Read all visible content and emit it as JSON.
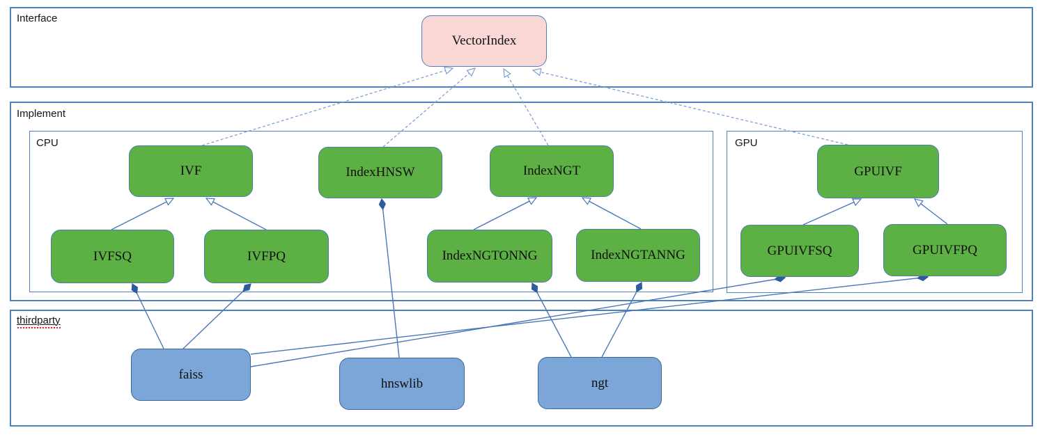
{
  "diagram": {
    "containers": {
      "interface": {
        "label": "Interface"
      },
      "implement": {
        "label": "Implement"
      },
      "cpu": {
        "label": "CPU"
      },
      "gpu": {
        "label": "GPU"
      },
      "thirdparty": {
        "label": "thirdparty",
        "spellcheck_flagged": true
      }
    },
    "nodes": {
      "vectorindex": {
        "label": "VectorIndex",
        "kind": "interface"
      },
      "ivf": {
        "label": "IVF",
        "kind": "cpu-class"
      },
      "indexhnsw": {
        "label": "IndexHNSW",
        "kind": "cpu-class"
      },
      "indexngt": {
        "label": "IndexNGT",
        "kind": "cpu-class"
      },
      "ivfsq": {
        "label": "IVFSQ",
        "kind": "cpu-class"
      },
      "ivfpq": {
        "label": "IVFPQ",
        "kind": "cpu-class"
      },
      "indexngtonng": {
        "label": "IndexNGTONNG",
        "kind": "cpu-class"
      },
      "indexngtanng": {
        "label": "IndexNGTANNG",
        "kind": "cpu-class"
      },
      "gpuivf": {
        "label": "GPUIVF",
        "kind": "gpu-class"
      },
      "gpuivfsq": {
        "label": "GPUIVFSQ",
        "kind": "gpu-class"
      },
      "gpuivfpq": {
        "label": "GPUIVFPQ",
        "kind": "gpu-class"
      },
      "faiss": {
        "label": "faiss",
        "kind": "thirdparty-lib"
      },
      "hnswlib": {
        "label": "hnswlib",
        "kind": "thirdparty-lib"
      },
      "ngt": {
        "label": "ngt",
        "kind": "thirdparty-lib"
      }
    },
    "edges": [
      {
        "from": "ivf",
        "to": "vectorindex",
        "type": "realization"
      },
      {
        "from": "indexhnsw",
        "to": "vectorindex",
        "type": "realization"
      },
      {
        "from": "indexngt",
        "to": "vectorindex",
        "type": "realization"
      },
      {
        "from": "gpuivf",
        "to": "vectorindex",
        "type": "realization"
      },
      {
        "from": "ivfsq",
        "to": "ivf",
        "type": "generalization"
      },
      {
        "from": "ivfpq",
        "to": "ivf",
        "type": "generalization"
      },
      {
        "from": "indexngtonng",
        "to": "indexngt",
        "type": "generalization"
      },
      {
        "from": "indexngtanng",
        "to": "indexngt",
        "type": "generalization"
      },
      {
        "from": "gpuivfsq",
        "to": "gpuivf",
        "type": "generalization"
      },
      {
        "from": "gpuivfpq",
        "to": "gpuivf",
        "type": "generalization"
      },
      {
        "from": "faiss",
        "to": "ivfsq",
        "type": "composition"
      },
      {
        "from": "faiss",
        "to": "ivfpq",
        "type": "composition"
      },
      {
        "from": "faiss",
        "to": "gpuivfsq",
        "type": "composition"
      },
      {
        "from": "faiss",
        "to": "gpuivfpq",
        "type": "composition"
      },
      {
        "from": "hnswlib",
        "to": "indexhnsw",
        "type": "composition"
      },
      {
        "from": "ngt",
        "to": "indexngtonng",
        "type": "composition"
      },
      {
        "from": "ngt",
        "to": "indexngtanng",
        "type": "composition"
      }
    ],
    "colors": {
      "interface_fill": "#f9d7d5",
      "interface_border": "#4f81bd",
      "class_fill": "#5cb044",
      "class_border": "#4e7cae",
      "lib_fill": "#7ca6d8",
      "lib_border": "#38679e",
      "container_border": "#4f81bd",
      "solid_line": "#4877b8",
      "dashed_line": "#7d9fd2",
      "diamond_fill": "#2e5c9e",
      "spellcheck_underline": "#dd2222"
    }
  }
}
